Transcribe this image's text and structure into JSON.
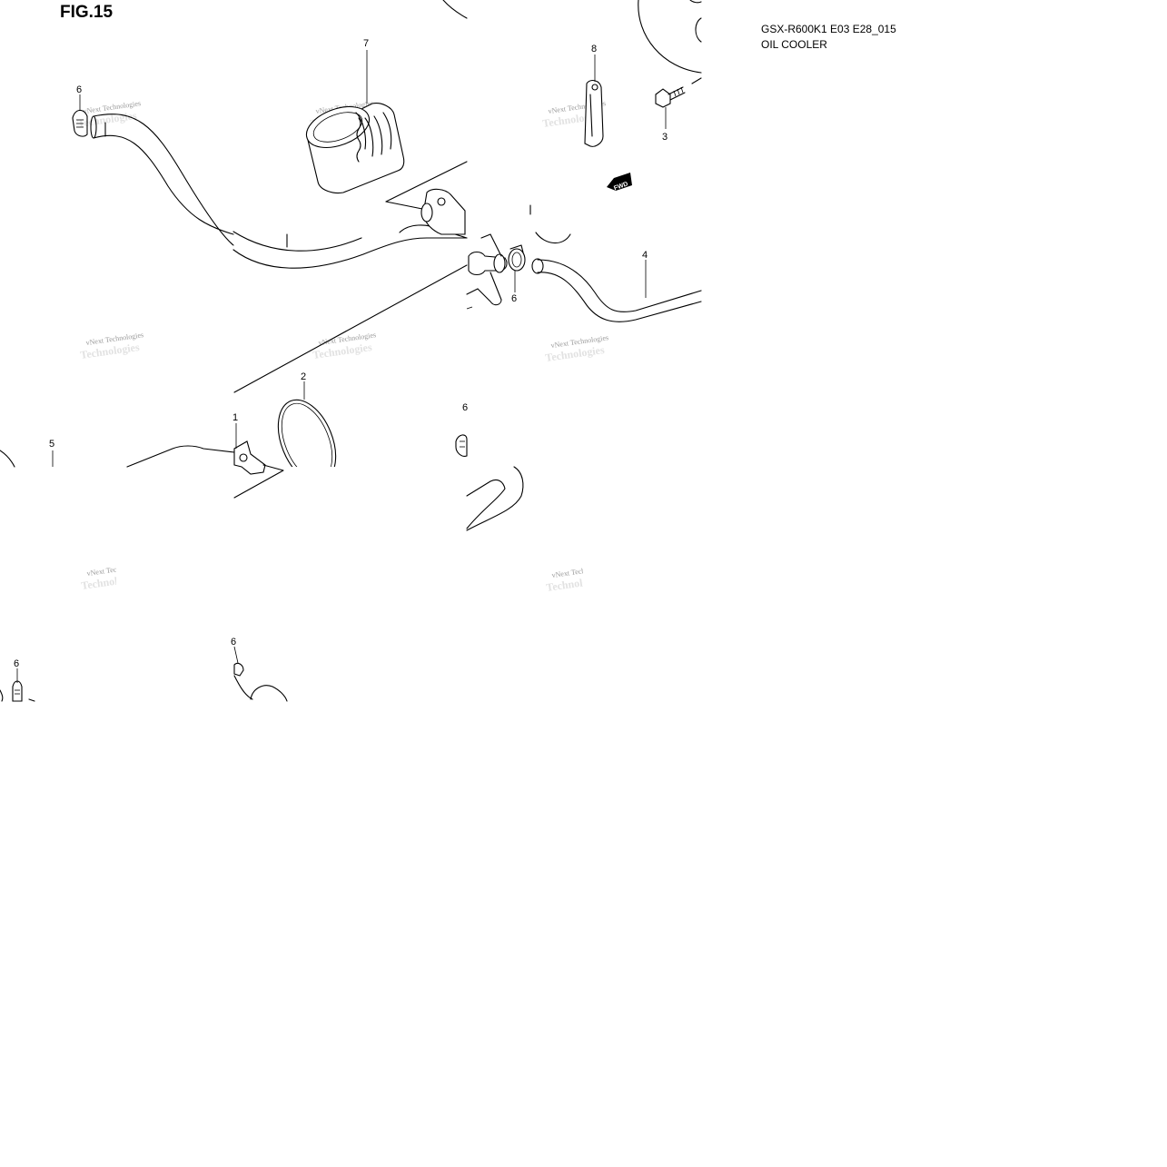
{
  "figure": {
    "title": "FIG.15",
    "model_code": "GSX-R600K1 E03 E28_015",
    "name": "OIL COOLER"
  },
  "callouts": [
    "1",
    "2",
    "3",
    "4",
    "5",
    "6",
    "7",
    "8"
  ],
  "direction_marker": "FWD",
  "watermark": {
    "line1": "vNext Technologies",
    "line2": "Technologies"
  }
}
